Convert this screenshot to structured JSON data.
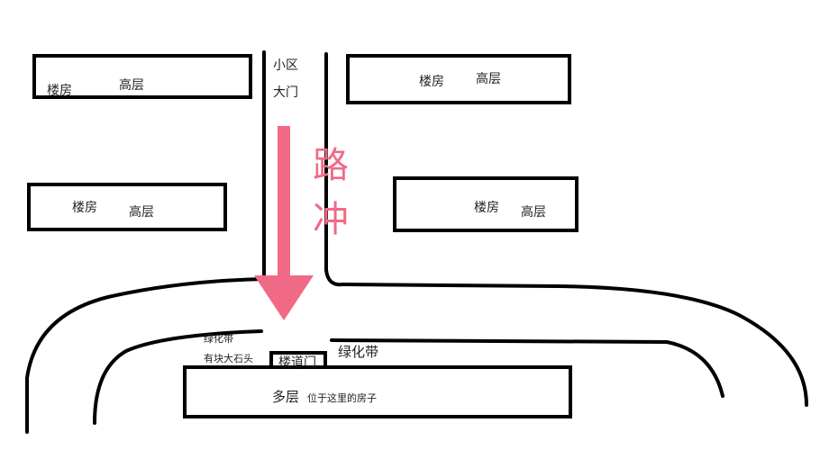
{
  "buildings": [
    {
      "label": "楼房",
      "type": "高层"
    },
    {
      "label": "楼房",
      "type": "高层"
    },
    {
      "label": "楼房",
      "type": "高层"
    },
    {
      "label": "楼房",
      "type": "高层"
    }
  ],
  "gate": {
    "line1": "小区",
    "line2": "大门"
  },
  "road_clash": {
    "char1": "路",
    "char2": "冲"
  },
  "green_belt_left": "绿化带",
  "green_belt_right": "绿化带",
  "rock_note": "有块大石头",
  "stairwell_door": "楼道门",
  "target_house": {
    "type": "多层",
    "note": "位于这里的房子"
  },
  "colors": {
    "arrow": "#f06a86",
    "lines": "#000000"
  }
}
